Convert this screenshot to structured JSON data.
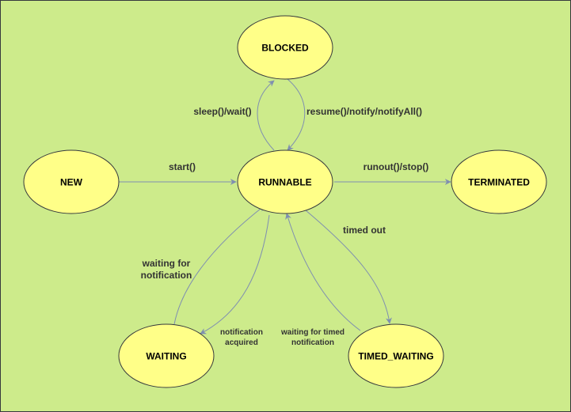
{
  "colors": {
    "background": "#cdeb8b",
    "border": "#36393d",
    "state_fill": "#ffff88",
    "state_stroke": "#36393d",
    "edge": "#7f8fb0"
  },
  "states": {
    "new": "NEW",
    "runnable": "RUNNABLE",
    "blocked": "BLOCKED",
    "terminated": "TERMINATED",
    "waiting": "WAITING",
    "timed_waiting": "TIMED_WAITING"
  },
  "transitions": {
    "start": "start()",
    "sleep_wait": "sleep()/wait()",
    "resume_notify": "resume()/notify/notifyAll()",
    "runout_stop": "runout()/stop()",
    "timed_out": "timed out",
    "waiting_for_notification": [
      "waiting for",
      "notification"
    ],
    "notification_acquired": [
      "notification",
      "acquired"
    ],
    "waiting_for_timed_notification": [
      "waiting for timed",
      "notification"
    ]
  }
}
